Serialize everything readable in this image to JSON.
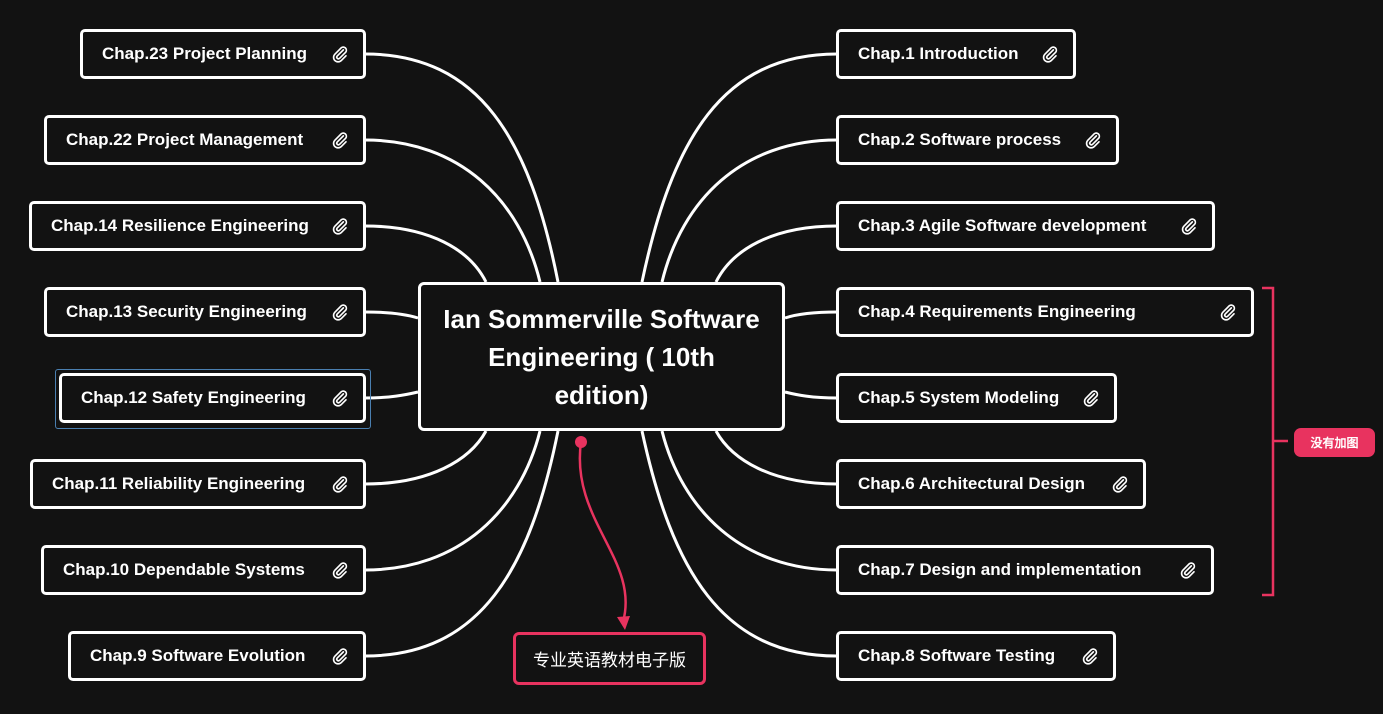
{
  "central_topic": {
    "label": "Ian Sommerville Software Engineering ( 10th edition)"
  },
  "left_topics": [
    {
      "label": "Chap.23 Project Planning",
      "icon": "attachment-icon"
    },
    {
      "label": "Chap.22 Project Management",
      "icon": "attachment-icon"
    },
    {
      "label": "Chap.14 Resilience Engineering",
      "icon": "attachment-icon"
    },
    {
      "label": "Chap.13 Security Engineering",
      "icon": "attachment-icon"
    },
    {
      "label": "Chap.12 Safety Engineering",
      "icon": "attachment-icon",
      "selected": true
    },
    {
      "label": "Chap.11 Reliability Engineering",
      "icon": "attachment-icon"
    },
    {
      "label": "Chap.10 Dependable Systems",
      "icon": "attachment-icon"
    },
    {
      "label": "Chap.9 Software Evolution",
      "icon": "attachment-icon"
    }
  ],
  "right_topics": [
    {
      "label": "Chap.1 Introduction",
      "icon": "attachment-icon"
    },
    {
      "label": "Chap.2 Software process",
      "icon": "attachment-icon"
    },
    {
      "label": "Chap.3 Agile Software development",
      "icon": "attachment-icon"
    },
    {
      "label": "Chap.4 Requirements Engineering",
      "icon": "attachment-icon"
    },
    {
      "label": "Chap.5 System Modeling",
      "icon": "attachment-icon"
    },
    {
      "label": "Chap.6 Architectural Design",
      "icon": "attachment-icon"
    },
    {
      "label": "Chap.7 Design and implementation",
      "icon": "attachment-icon"
    },
    {
      "label": "Chap.8 Software Testing",
      "icon": "attachment-icon"
    }
  ],
  "summary": {
    "label": "没有加图"
  },
  "relationship_note": {
    "label": "专业英语教材电子版"
  },
  "colors": {
    "background": "#121212",
    "topic_border": "#ffffff",
    "accent": "#e8335f",
    "selection": "#4a7fb0"
  }
}
